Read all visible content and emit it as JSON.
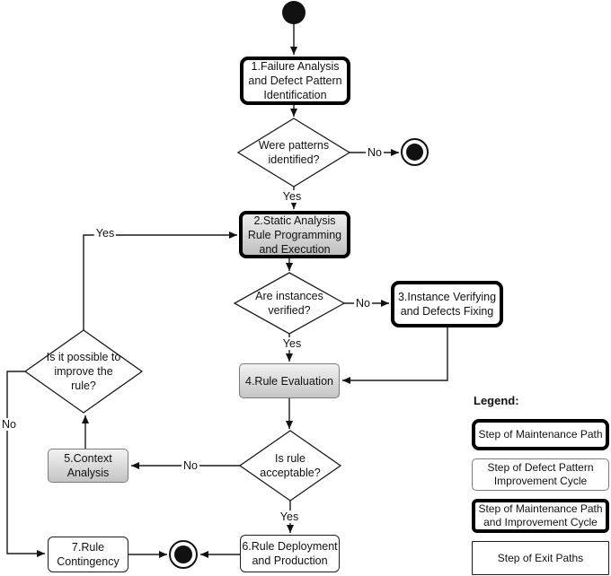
{
  "nodes": {
    "step1": {
      "label": "1.Failure Analysis and Defect Pattern Identification",
      "type": "maintenance-path"
    },
    "decision_patterns": {
      "label": "Were patterns identified?"
    },
    "step2": {
      "label": "2.Static Analysis Rule Programming and Execution",
      "type": "maintenance-and-improvement"
    },
    "decision_instances": {
      "label": "Are instances verified?"
    },
    "step3": {
      "label": "3.Instance Verifying and Defects Fixing",
      "type": "maintenance-path"
    },
    "step4": {
      "label": "4.Rule Evaluation",
      "type": "defect-pattern-improvement"
    },
    "decision_improve": {
      "label": "Is it possible to improve the rule?"
    },
    "step5": {
      "label": "5.Context Analysis",
      "type": "defect-pattern-improvement"
    },
    "decision_acceptable": {
      "label": "Is rule acceptable?"
    },
    "step6": {
      "label": "6.Rule Deployment and Production",
      "type": "exit-path"
    },
    "step7": {
      "label": "7.Rule Contingency",
      "type": "exit-path"
    }
  },
  "edge_labels": {
    "patterns_no": "No",
    "patterns_yes": "Yes",
    "instances_no": "No",
    "instances_yes": "Yes",
    "improve_yes": "Yes",
    "improve_no": "No",
    "acceptable_no": "No",
    "acceptable_yes": "Yes"
  },
  "legend": {
    "title": "Legend:",
    "items": [
      {
        "label": "Step of Maintenance Path",
        "style": "maintenance-path"
      },
      {
        "label": "Step of Defect Pattern Improvement Cycle",
        "style": "defect-pattern-improvement"
      },
      {
        "label": "Step of Maintenance Path and Improvement Cycle",
        "style": "maintenance-and-improvement"
      },
      {
        "label": "Step of Exit Paths",
        "style": "exit-path"
      }
    ]
  },
  "colors": {
    "line": "#1a1a1a",
    "thick_border": "#000000",
    "thin_border": "#1c1c1c",
    "gray_border": "#7c7c7c",
    "gray_fill_top": "#f2f2f2",
    "gray_fill_bottom": "#c4c4c4",
    "white_fill": "#ffffff"
  }
}
